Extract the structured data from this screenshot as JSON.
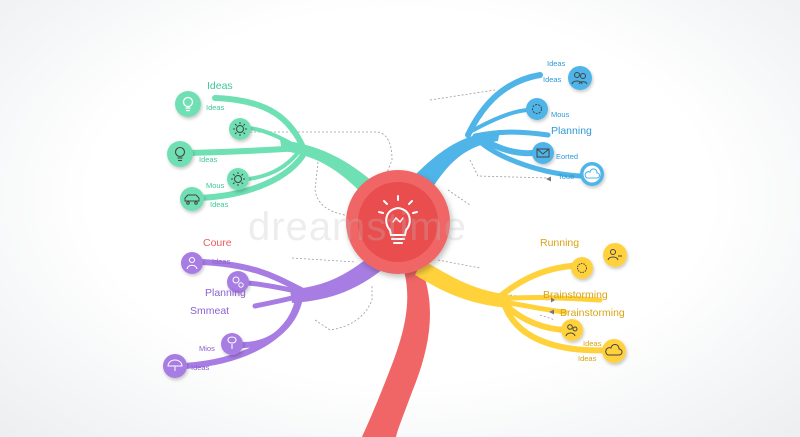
{
  "colors": {
    "center": "#f06565",
    "green": "#6fe0b4",
    "blue": "#4fb4e8",
    "purple": "#a77de3",
    "yellow": "#ffd23c",
    "dotted": "#999999"
  },
  "watermark": "dreamstime",
  "center": {
    "icon": "lightbulb-icon"
  },
  "branches": {
    "green": {
      "title": "Ideas",
      "labels": [
        "Ideas",
        "Ideas",
        "Mous",
        "Ideas"
      ],
      "icons": [
        "lightbulb-icon",
        "sun-gear-icon",
        "lightbulb-icon",
        "sun-gear-icon",
        "car-icon"
      ]
    },
    "blue": {
      "labels": [
        "Ideas",
        "Ideas",
        "Mous",
        "Planning",
        "Eorted",
        "Toue"
      ],
      "icons": [
        "people-icon",
        "ring-icon",
        "envelope-icon",
        "cloud-icon"
      ]
    },
    "purple": {
      "labels": [
        "Coure",
        "Ideas",
        "Planning",
        "Smmeat",
        "Mios",
        "Ideas"
      ],
      "icons": [
        "person-icon",
        "gears-icon",
        "tree-icon",
        "umbrella-icon"
      ]
    },
    "yellow": {
      "labels": [
        "Running",
        "Brainstorming",
        "Brainstorming",
        "Ideas",
        "Ideas"
      ],
      "icons": [
        "person-icon",
        "gear-icon",
        "people-icon",
        "cloud-icon"
      ]
    }
  }
}
